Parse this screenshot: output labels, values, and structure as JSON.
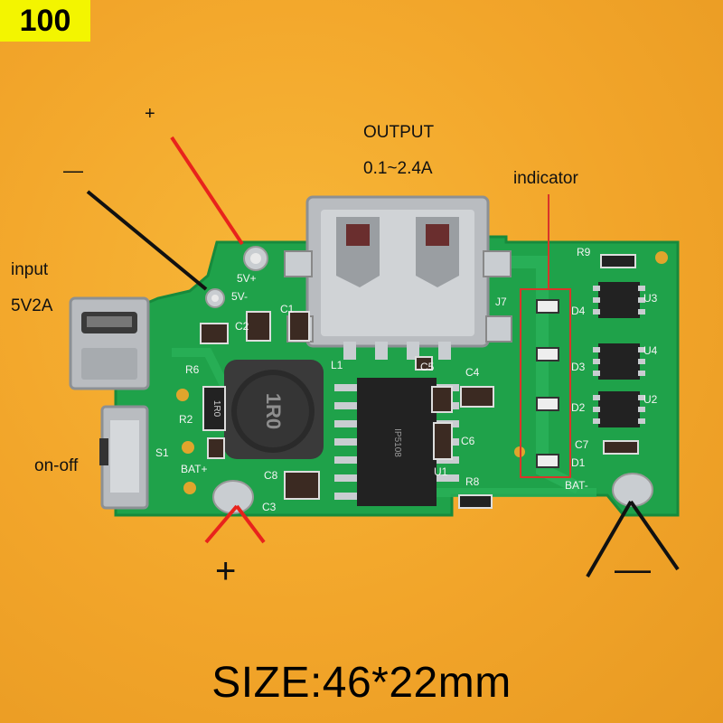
{
  "badge": {
    "number": "100"
  },
  "annotations": {
    "output_title": "OUTPUT",
    "output_range": "0.1~2.4A",
    "indicator": "indicator",
    "input": "input",
    "input_rating": "5V2A",
    "on_off": "on-off",
    "output_plus": "+",
    "output_minus": "—",
    "bat_plus": "+",
    "bat_minus": "—"
  },
  "size_caption": "SIZE:46*22mm",
  "silkscreen": {
    "v5_plus": "5V+",
    "v5_minus": "5V-",
    "bat_plus": "BAT+",
    "bat_minus": "BAT-",
    "J7": "J7",
    "R9": "R9",
    "U3": "U3",
    "U4": "U4",
    "U2": "U2",
    "D4": "D4",
    "D3": "D3",
    "D2": "D2",
    "D1": "D1",
    "C7": "C7",
    "C1": "C1",
    "C2": "C2",
    "R6": "R6",
    "R2": "R2",
    "S1": "S1",
    "L1": "L1",
    "C5": "C5",
    "C4": "C4",
    "C6": "C6",
    "U1": "U1",
    "R8": "R8",
    "C8": "C8",
    "C3": "C3"
  },
  "components": {
    "inductor_marking": "1R0",
    "resistor_marking": "1R0",
    "ic_marking": "IP5108"
  },
  "colors": {
    "background": "#f2a52a",
    "pcb": "#1fa24a",
    "pcb_trace": "#2bb35a",
    "pad": "#c9cdd1",
    "red_wire": "#e8231c",
    "black_wire": "#111111",
    "indicator_box": "#d8352a",
    "badge": "#f3f500"
  }
}
